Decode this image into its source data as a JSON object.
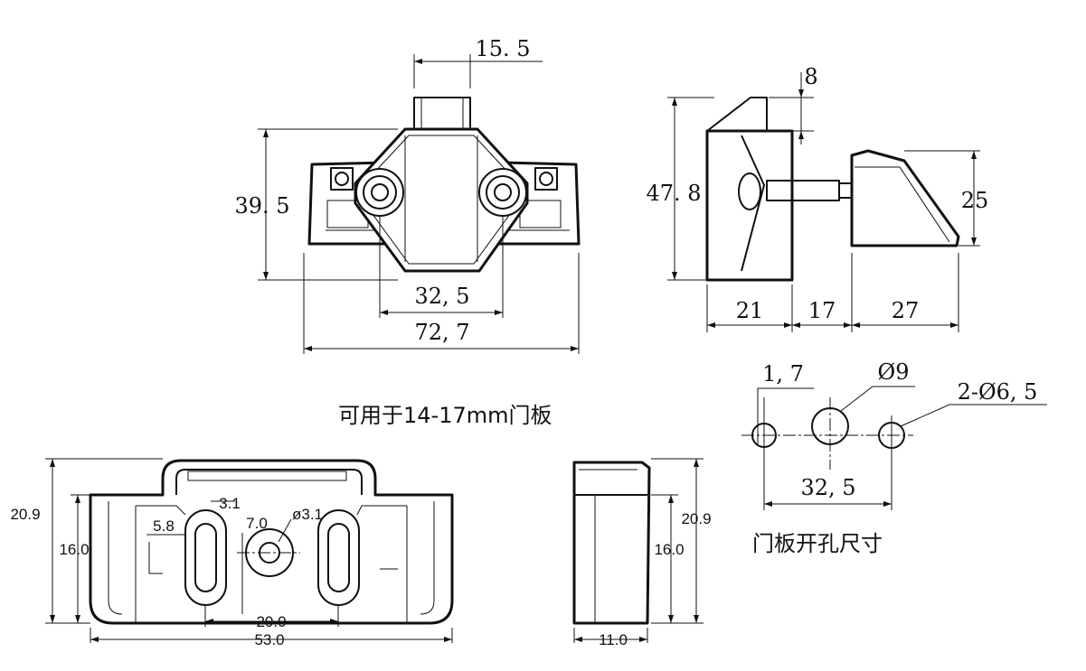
{
  "top_front_view": {
    "dim_width_top": "15. 5",
    "dim_height": "39. 5",
    "dim_hole_spacing": "32, 5",
    "dim_overall_width": "72, 7"
  },
  "side_view": {
    "dim_top_offset": "8",
    "dim_height": "47. 8",
    "dim_knob_height": "25",
    "dim_depth_1": "21",
    "dim_depth_2": "17",
    "dim_depth_3": "27"
  },
  "door_thickness_note": "可用于14-17mm门板",
  "hole_layout": {
    "dim_small_offset": "1, 7",
    "dim_center_diameter": "Ø9",
    "dim_side_holes": "2-Ø6, 5",
    "dim_spacing": "32, 5",
    "caption": "门板开孔尺寸"
  },
  "strike_front_view": {
    "dim_overall_height": "20.9",
    "dim_body_height": "16.0",
    "dim_slot_width": "3.1",
    "dim_slot_offset": "5.8",
    "dim_center_offset": "7.0",
    "dim_center_hole": "ø3.1",
    "dim_slot_spacing": "20.0",
    "dim_overall_width": "53.0"
  },
  "strike_side_view": {
    "dim_overall_height": "20.9",
    "dim_body_height": "16.0",
    "dim_depth": "11.0"
  }
}
